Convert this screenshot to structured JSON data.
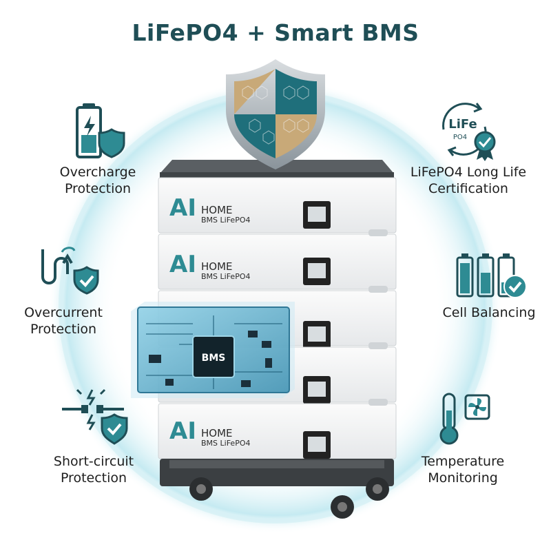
{
  "title": "LiFePO4 + Smart BMS",
  "features": {
    "overcharge": {
      "line1": "Overcharge",
      "line2": "Protection",
      "icon": "battery-shield-icon"
    },
    "overcurrent": {
      "line1": "Overcurrent",
      "line2": "Protection",
      "icon": "current-shield-icon"
    },
    "short_circuit": {
      "line1": "Short-circuit",
      "line2": "Protection",
      "icon": "spark-shield-icon"
    },
    "long_life": {
      "line1": "LiFePO4 Long Life",
      "line2": "Certification",
      "icon": "certificate-badge-icon",
      "badge_top": "LiFe",
      "badge_bottom": "PO4"
    },
    "cell_balancing": {
      "line1": "Cell Balancing",
      "icon": "battery-cells-icon"
    },
    "temperature": {
      "line1": "Temperature",
      "line2": "Monitoring",
      "icon": "thermometer-fan-icon"
    }
  },
  "product": {
    "brand": "AI",
    "model_line1": "HOME",
    "model_line2": "BMS LiFePO4",
    "chip_label": "BMS"
  },
  "colors": {
    "teal": "#2e8b93",
    "dark_teal": "#1f4e56",
    "glow": "#bfe8f0",
    "module": "#f4f5f6"
  }
}
